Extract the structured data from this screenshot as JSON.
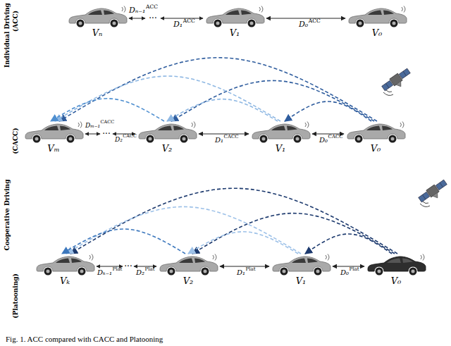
{
  "diagram": {
    "caption": "Fig. 1. ACC compared with CACC and Platooning",
    "nodes": [
      {
        "text": [
          "Vₙ"
        ]
      },
      {
        "text": [
          "V₁"
        ]
      },
      {
        "text": [
          "V₀"
        ]
      },
      {
        "text": [
          "Vₘ"
        ]
      },
      {
        "text": [
          "V₂"
        ]
      },
      {
        "text": [
          "V₁"
        ]
      },
      {
        "text": [
          "V₀"
        ]
      },
      {
        "text": [
          "Vₖ"
        ]
      },
      {
        "text": [
          "V₂"
        ]
      },
      {
        "text": [
          "V₁"
        ]
      },
      {
        "text": [
          "V₀"
        ]
      }
    ],
    "edges": [
      {
        "from": 1,
        "to": 2,
        "arrow": "both"
      },
      {
        "from": 4,
        "to": 5,
        "arrow": "both"
      },
      {
        "from": 5,
        "to": 6,
        "arrow": "both"
      },
      {
        "from": 6,
        "to": 5,
        "arrow": "to"
      },
      {
        "from": 6,
        "to": 4,
        "arrow": "to"
      },
      {
        "from": 6,
        "to": 3,
        "arrow": "to"
      },
      {
        "from": 5,
        "to": 4,
        "arrow": "to"
      },
      {
        "from": 5,
        "to": 3,
        "arrow": "to"
      },
      {
        "from": 4,
        "to": 3,
        "arrow": "to"
      },
      {
        "from": 8,
        "to": 9,
        "arrow": "both"
      },
      {
        "from": 9,
        "to": 10,
        "arrow": "both"
      },
      {
        "from": 10,
        "to": 9,
        "arrow": "to"
      },
      {
        "from": 10,
        "to": 8,
        "arrow": "to"
      },
      {
        "from": 10,
        "to": 7,
        "arrow": "to"
      },
      {
        "from": 9,
        "to": 8,
        "arrow": "to"
      },
      {
        "from": 9,
        "to": 7,
        "arrow": "to"
      },
      {
        "from": 8,
        "to": 7,
        "arrow": "to"
      }
    ],
    "labels": [
      "Individual Driving",
      "(ACC)",
      "Dₙ₋₁",
      "ACC",
      "···",
      "D₁",
      "ACC",
      "D₀",
      "ACC",
      "Cooperative Driving",
      "(CACC)",
      "Dₘ₋₁",
      "CACC",
      "···",
      "D₂",
      "CACC",
      "D₁",
      "CACC",
      "D₀",
      "CACC",
      "(Platooning)",
      "Dₖ₋₁",
      "Plat",
      "···",
      "D₂",
      "Plat",
      "D₁",
      "Plat",
      "D₀",
      "Plat"
    ]
  }
}
